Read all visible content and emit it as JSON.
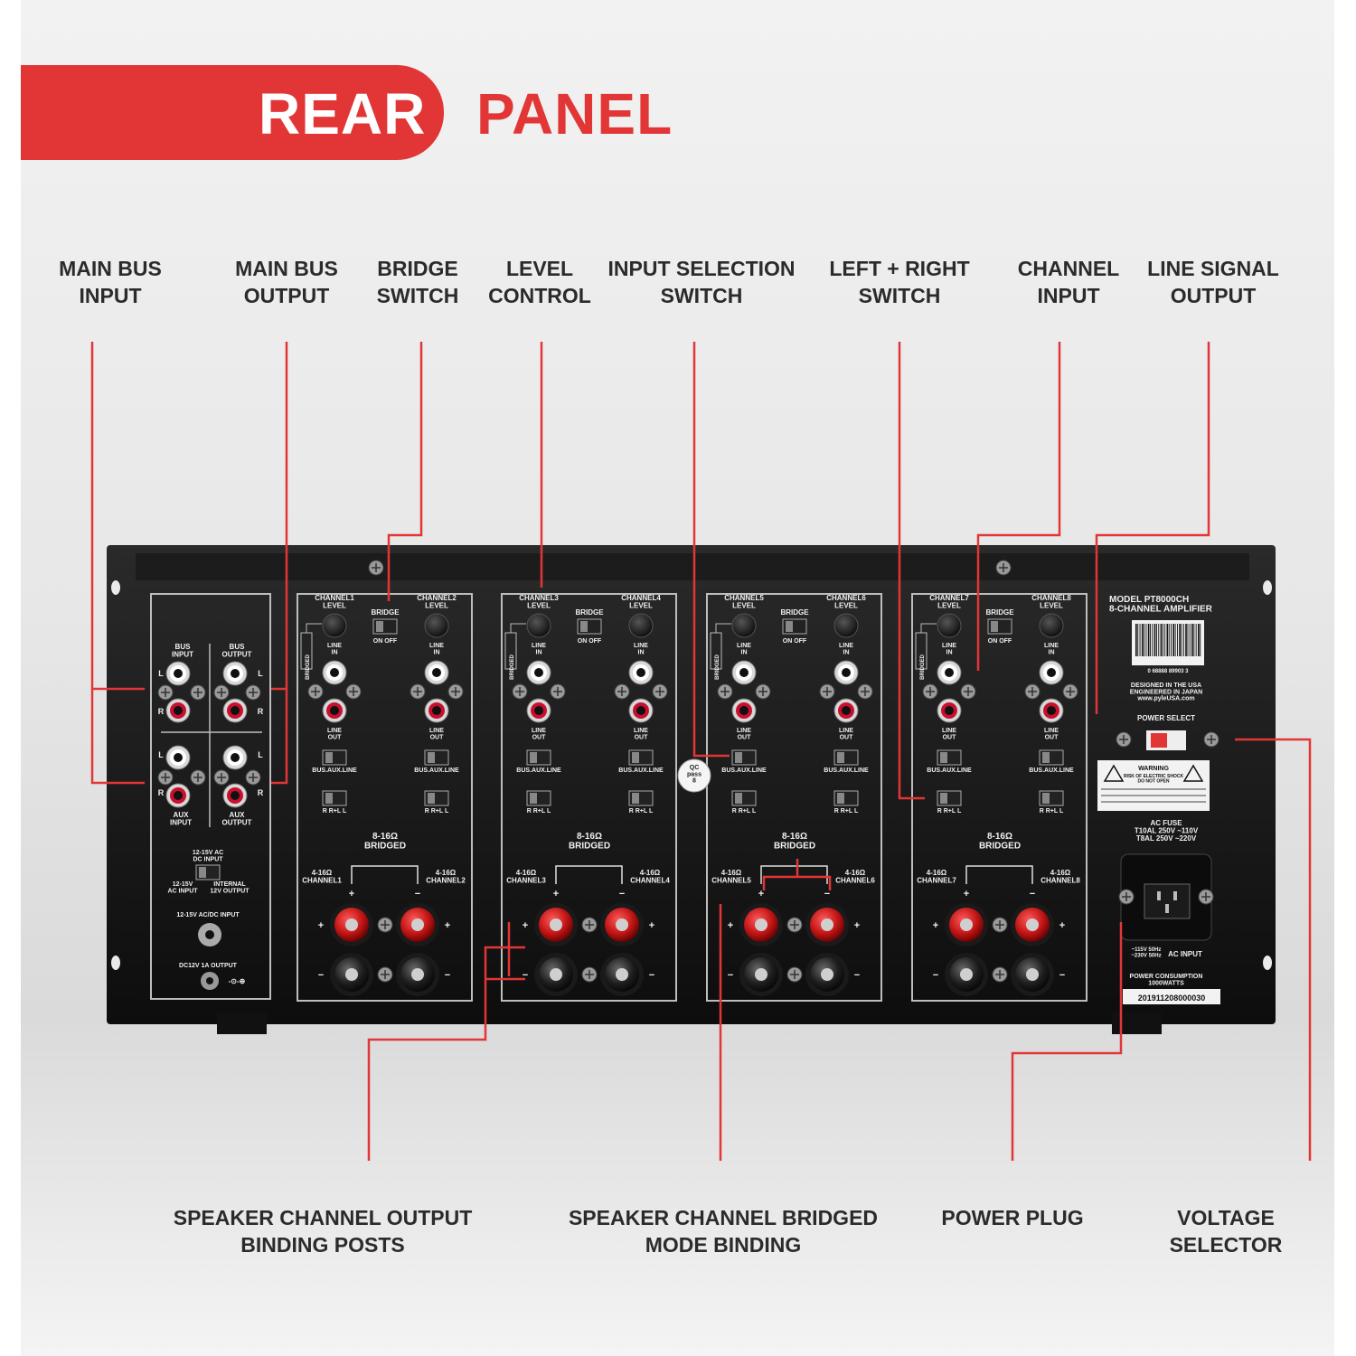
{
  "header": {
    "title_left": "REAR",
    "title_right": "PANEL"
  },
  "colors": {
    "accent": "#e23636",
    "label_text": "#2b2b2b",
    "panel": "#141414"
  },
  "top_labels": [
    [
      "MAIN BUS",
      "INPUT"
    ],
    [
      "MAIN BUS",
      "OUTPUT"
    ],
    [
      "BRIDGE",
      "SWITCH"
    ],
    [
      "LEVEL",
      "CONTROL"
    ],
    [
      "INPUT SELECTION",
      "SWITCH"
    ],
    [
      "LEFT + RIGHT",
      "SWITCH"
    ],
    [
      "CHANNEL",
      "INPUT"
    ],
    [
      "LINE SIGNAL",
      "OUTPUT"
    ]
  ],
  "bottom_labels": [
    [
      "SPEAKER CHANNEL OUTPUT",
      "BINDING POSTS"
    ],
    [
      "SPEAKER CHANNEL BRIDGED",
      "MODE BINDING"
    ],
    [
      "POWER PLUG",
      ""
    ],
    [
      "VOLTAGE",
      "SELECTOR"
    ]
  ],
  "panel": {
    "left_section": {
      "bus_input": "BUS\nINPUT",
      "bus_output": "BUS\nOUTPUT",
      "aux_input": "AUX\nINPUT",
      "aux_output": "AUX\nOUTPUT",
      "l": "L",
      "r": "R",
      "dc_input": "12-15V AC\nDC INPUT",
      "ac_input": "12-15V\nAC INPUT",
      "internal_output": "INTERNAL\n12V OUTPUT",
      "acdc_input": "12-15V AC/DC INPUT",
      "dc_output": "DC12V 1A OUTPUT"
    },
    "modules": [
      {
        "left": "CHANNEL1",
        "right": "CHANNEL2"
      },
      {
        "left": "CHANNEL3",
        "right": "CHANNEL4"
      },
      {
        "left": "CHANNEL5",
        "right": "CHANNEL6"
      },
      {
        "left": "CHANNEL7",
        "right": "CHANNEL8"
      }
    ],
    "module_text": {
      "level": "LEVEL",
      "bridge": "BRIDGE",
      "on_off": "ON   OFF",
      "bridged_side": "BRIDGED",
      "line_in": "LINE\nIN",
      "line_out": "LINE\nOUT",
      "bus_aux_line": "BUS.AUX.LINE",
      "r_rl_l": "R  R+L  L",
      "bridged_ohm": "8-16Ω\nBRIDGED",
      "ohm": "4-16Ω",
      "plus": "+",
      "minus": "−"
    },
    "qc": "QC\npass\n8",
    "right_section": {
      "model": "MODEL PT8000CH\n8-CHANNEL AMPLIFIER",
      "barcode_number": "0 68888 89903 3",
      "designed": "DESIGNED IN THE USA\nENGINEERED IN JAPAN\nwww.pyleUSA.com",
      "power_select": "POWER SELECT",
      "warning": "WARNING",
      "warning_sub": "RISK OF ELECTRIC SHOCK\nDO NOT OPEN",
      "ac_fuse": "AC FUSE\nT10AL 250V ~110V\nT8AL 250V ~220V",
      "voltage": "~115V 50Hz\n~230V 50Hz",
      "ac_input": "AC INPUT",
      "consumption": "POWER CONSUMPTION\n1000WATTS",
      "serial": "201911208000030"
    }
  }
}
